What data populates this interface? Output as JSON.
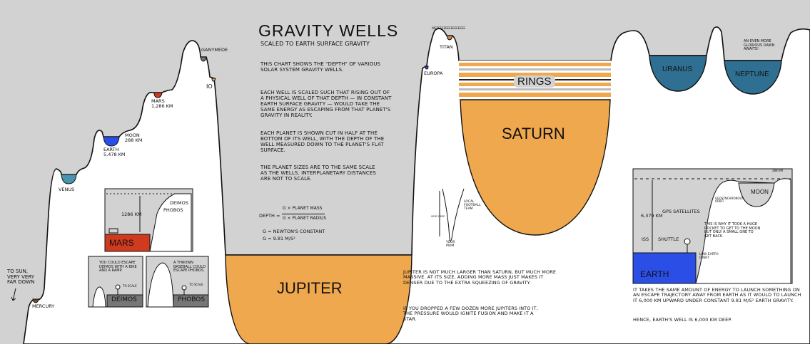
{
  "title": "Gravity Wells",
  "subtitle": "Scaled to Earth surface gravity",
  "intro": [
    "This chart shows the \"depth\" of various solar system gravity wells.",
    "Each well is scaled such that rising out of a physical well of that depth — in constant Earth surface gravity — would take the same energy as escaping from that planet's gravity in reality.",
    "Each planet is shown cut in half at the bottom of its well, with the depth of the well measured down to the planet's flat surface.",
    "The planet sizes are to the same scale as the wells. Interplanetary distances are not to scale."
  ],
  "formula": {
    "lhs": "Depth =",
    "numerator": "G × Planet Mass",
    "denominator": "g × Planet Radius",
    "g_const": "G = Newton's constant",
    "g_value": "g = 9.81 m/s²"
  },
  "labels": {
    "to_sun": "To sun,\nvery very\nfar down",
    "mercury": "Mercury",
    "venus": "Venus",
    "earth": "Earth\n5,478 km",
    "moon": "Moon\n288 km",
    "mars": "Mars\n1,286 km",
    "ganymede": "Ganymede",
    "io": "Io",
    "jupiter": "Jupiter",
    "europa": "Europa",
    "titan": "Titan",
    "titan_shout": "Weeeeeeeeeeeeeeeee",
    "rings": "Rings",
    "saturn": "Saturn",
    "uranus": "Uranus",
    "neptune": "Neptune",
    "dawn": "An even more glorious dawn awaits!"
  },
  "mars_inset": {
    "depth": "1286 km",
    "deimos": "Deimos",
    "phobos": "Phobos",
    "planet": "Mars"
  },
  "deimos_panel": {
    "text": "You could escape Deimos with a bike and a ramp.",
    "scale": "To scale",
    "name": "Deimos"
  },
  "phobos_panel": {
    "text": "A thrown baseball could escape Phobos.",
    "scale": "To scale",
    "name": "Phobos"
  },
  "football": {
    "depth": "Very deep",
    "team": "Local football team",
    "mom": "Your mom"
  },
  "jupiter_note": [
    "Jupiter is not much larger than Saturn, but much more massive. At its size, adding more mass just makes it denser due to the extra squeezing of gravity.",
    "If you dropped a few dozen more Jupiters into it, the pressure would ignite fusion and make it a star."
  ],
  "earth_inset": {
    "depth": "6,379 km",
    "moon_depth": "288 km",
    "geo": "Geosynchronous orbit",
    "gps": "GPS satellites",
    "iss": "ISS",
    "shuttle": "Shuttle",
    "rocket": "This is why it took a huge rocket to get to the moon but only a small one to get back.",
    "leo": "Low Earth orbit",
    "moon": "Moon",
    "planet": "Earth"
  },
  "earth_note": [
    "It takes the same amount of energy to launch something on an escape trajectory away from Earth as it would to launch it 6,000 km upward under constant 9.81 m/s² Earth gravity.",
    "Hence, Earth's well is 6,000 km deep."
  ],
  "colors": {
    "sky": "#d2d2d2",
    "jupiter": "#f0a84e",
    "saturn": "#f0a84e",
    "uranus": "#2f6f92",
    "neptune": "#2f6f92",
    "earth": "#2b4ee6",
    "mars": "#d03a1e",
    "venus": "#4a94b0"
  }
}
